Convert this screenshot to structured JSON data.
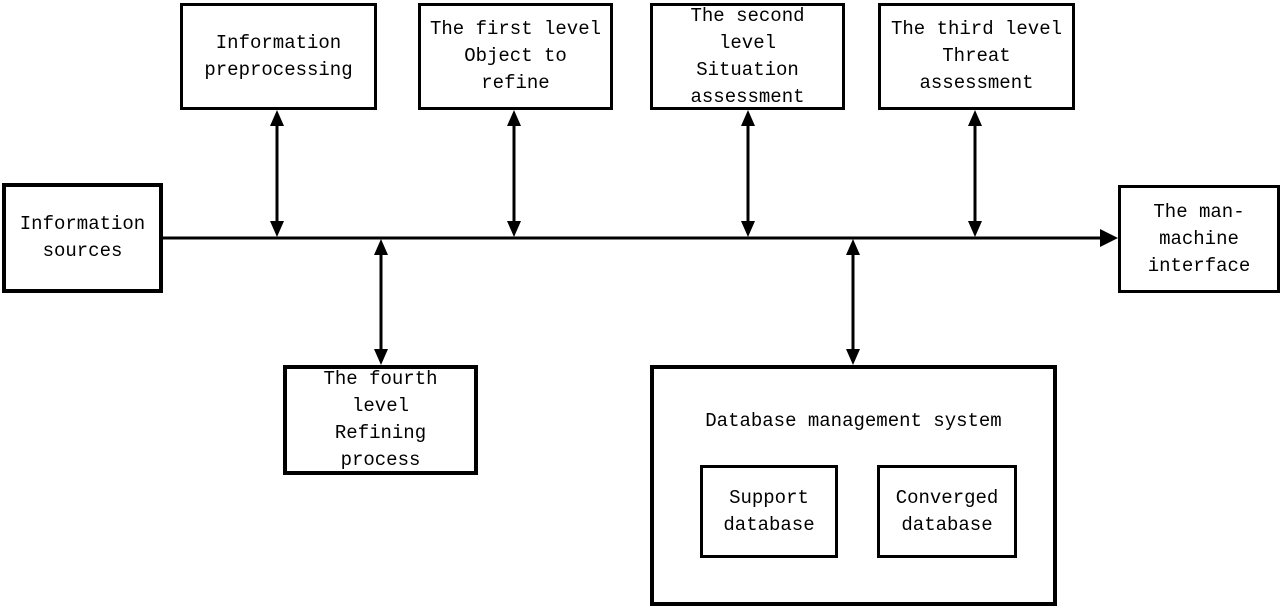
{
  "colors": {
    "line": "#000000",
    "background": "#ffffff"
  },
  "boxes": {
    "information_sources": {
      "label": "Information\nsources"
    },
    "information_preprocessing": {
      "label": "Information\npreprocessing"
    },
    "first_level": {
      "label": "The first level\nObject to\nrefine"
    },
    "second_level": {
      "label": "The second\nlevel\nSituation\nassessment"
    },
    "third_level": {
      "label": "The third level\nThreat\nassessment"
    },
    "man_machine_interface": {
      "label": "The man-\nmachine\ninterface"
    },
    "fourth_level": {
      "label": "The fourth\nlevel\nRefining\nprocess"
    },
    "database_management": {
      "title": "Database management system"
    },
    "support_database": {
      "label": "Support\ndatabase"
    },
    "converged_database": {
      "label": "Converged\ndatabase"
    }
  },
  "connections": [
    {
      "from": "information_sources",
      "to": "bus",
      "type": "line"
    },
    {
      "from": "bus",
      "to": "information_preprocessing",
      "type": "double-arrow"
    },
    {
      "from": "bus",
      "to": "first_level",
      "type": "double-arrow"
    },
    {
      "from": "bus",
      "to": "second_level",
      "type": "double-arrow"
    },
    {
      "from": "bus",
      "to": "third_level",
      "type": "double-arrow"
    },
    {
      "from": "bus",
      "to": "fourth_level",
      "type": "double-arrow"
    },
    {
      "from": "bus",
      "to": "database_management",
      "type": "double-arrow"
    },
    {
      "from": "bus",
      "to": "man_machine_interface",
      "type": "arrow"
    }
  ]
}
